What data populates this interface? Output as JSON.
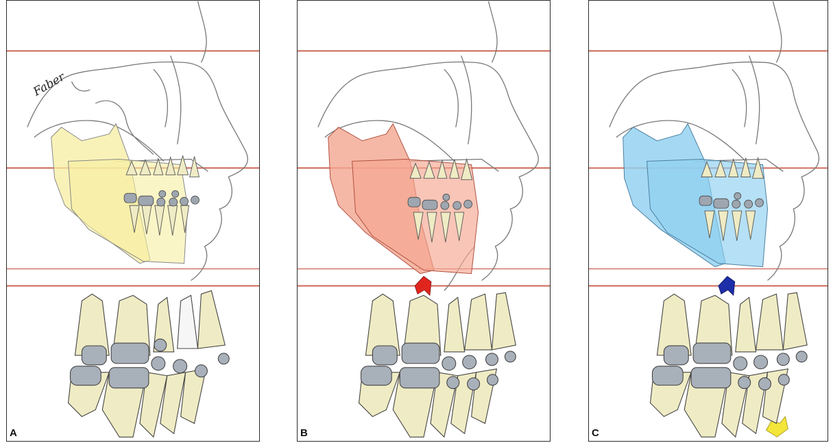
{
  "panels": [
    {
      "label": "A",
      "mandible_color": "#f7eea0",
      "arrow_color": null
    },
    {
      "label": "B",
      "mandible_color": "#f4a690",
      "arrow_color": "#e0251e"
    },
    {
      "label": "C",
      "mandible_color": "#8ecff0",
      "arrow_color": "#1e2ea8",
      "lower_arrow_color": "#f3e53a"
    }
  ],
  "signature": "Faber",
  "colors": {
    "reference_lines": "#cc6655",
    "outline": "#666666",
    "tooth": "#efebc4",
    "bracket": "#9ea6b0"
  }
}
